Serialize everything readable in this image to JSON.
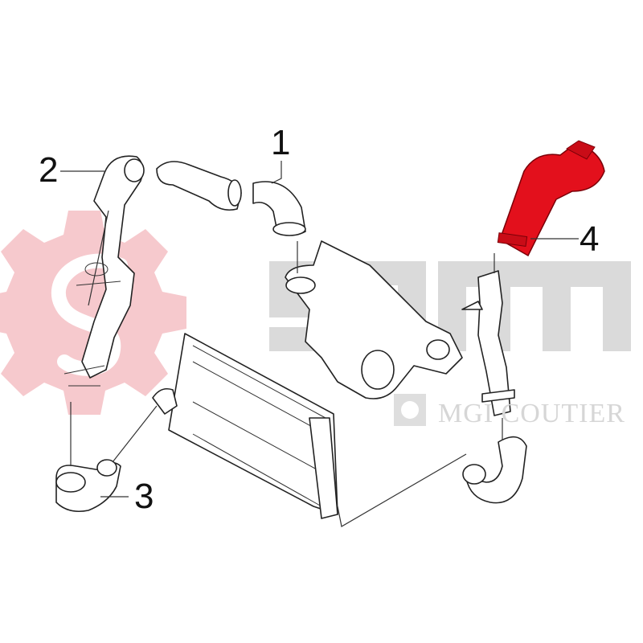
{
  "diagram": {
    "callouts": [
      {
        "id": "1",
        "label": "1"
      },
      {
        "id": "2",
        "label": "2"
      },
      {
        "id": "3",
        "label": "3"
      },
      {
        "id": "4",
        "label": "4"
      }
    ],
    "highlighted_part": "4",
    "colors": {
      "highlight": "#e3101c",
      "gear_watermark": "#f6c9cd",
      "logo_watermark": "#d9d9d9"
    }
  },
  "watermark": {
    "logo_text": "sam",
    "brand_text": "MGI COUTIER"
  }
}
